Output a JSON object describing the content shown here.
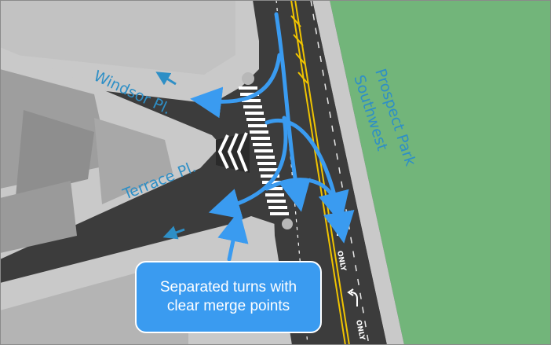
{
  "streets": {
    "windsor": "Windsor Pl.",
    "terrace": "Terrace Pl."
  },
  "park": {
    "line1": "Prospect Park",
    "line2": "Southwest"
  },
  "pavement_markings": {
    "only_upper": "ONLY",
    "only_lower": "ONLY"
  },
  "callout": {
    "text": "Separated turns with clear merge points"
  },
  "colors": {
    "road": "#3c3c3c",
    "sidewalk": "#c9c9c9",
    "building": "#a8a8a8",
    "park": "#72b57a",
    "arrow": "#3a9bf0",
    "label": "#2e8fc6",
    "center_line": "#f0c400"
  }
}
